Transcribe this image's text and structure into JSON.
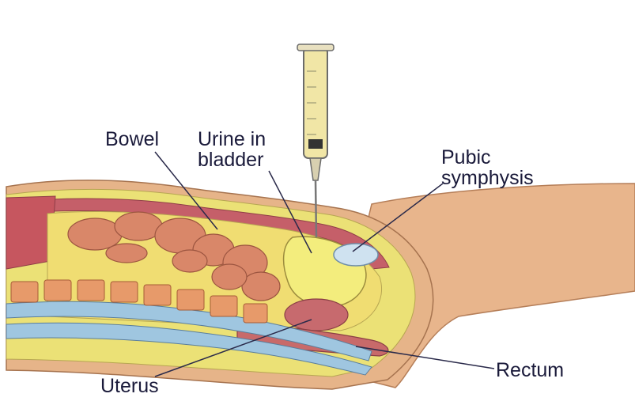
{
  "labels": {
    "bowel": "Bowel",
    "urine_line1": "Urine in",
    "urine_line2": "bladder",
    "pubic_line1": "Pubic",
    "pubic_line2": "symphysis",
    "rectum": "Rectum",
    "uterus": "Uterus"
  },
  "colors": {
    "skin": "#e7b48a",
    "fat": "#ece27a",
    "muscle": "#c7606a",
    "bowel": "#d98a6a",
    "bladder": "#f2ec7e",
    "spine_blue": "#9fc6e0",
    "vertebra": "#e79a6a",
    "syringe_fluid": "#f1e6a6",
    "label_text": "#1a1a3a"
  }
}
